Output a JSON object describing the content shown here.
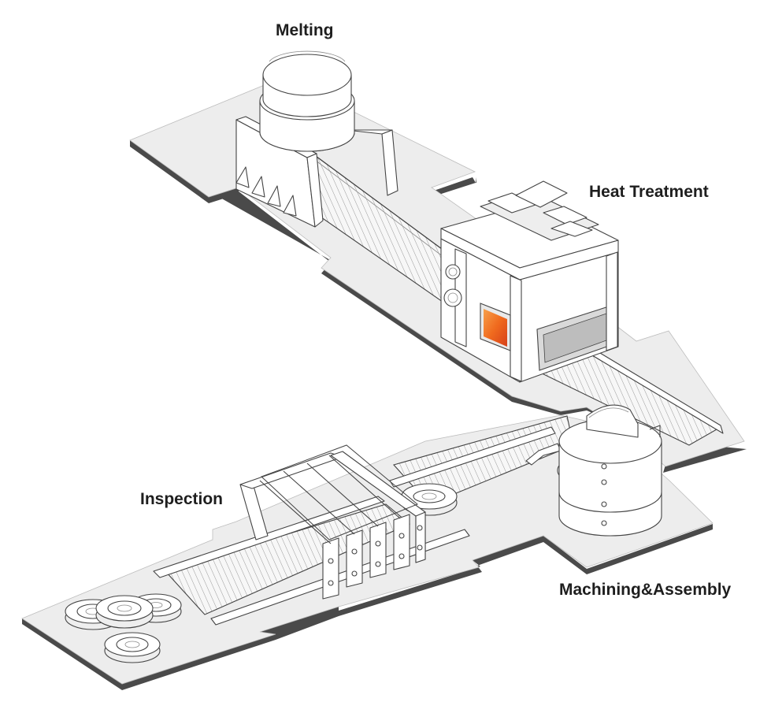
{
  "labels": {
    "melting": "Melting",
    "heat_treatment": "Heat Treatment",
    "inspection": "Inspection",
    "machining_assembly": "Machining&Assembly"
  },
  "colors": {
    "floor": "#ededed",
    "floor_shadow": "#4a4a4a",
    "line": "#444444",
    "furnace_glow": "#f06a1e"
  },
  "icons": [
    "melting-pot-icon",
    "heat-treatment-furnace-icon",
    "inspection-gate-icon",
    "machining-tank-icon",
    "finished-part-icon"
  ]
}
